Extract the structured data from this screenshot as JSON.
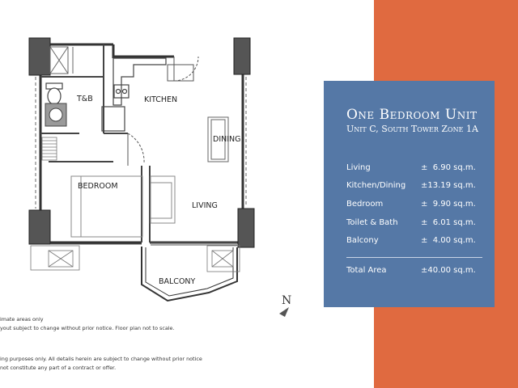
{
  "card": {
    "title": "One Bedroom Unit",
    "subtitle": "Unit C, South Tower Zone 1A",
    "areas": [
      {
        "name": "Living",
        "value": "±  6.90 sq.m."
      },
      {
        "name": "Kitchen/Dining",
        "value": "±13.19 sq.m."
      },
      {
        "name": "Bedroom",
        "value": "±  9.90 sq.m."
      },
      {
        "name": "Toilet & Bath",
        "value": "±  6.01 sq.m."
      },
      {
        "name": "Balcony",
        "value": "±  4.00 sq.m."
      }
    ],
    "total": {
      "name": "Total Area",
      "value": "±40.00 sq.m."
    }
  },
  "plan": {
    "rooms": {
      "tb": "T&B",
      "kitchen": "KITCHEN",
      "dining": "DINING",
      "bedroom": "BEDROOM",
      "living": "LIVING",
      "balcony": "BALCONY"
    },
    "north": "N"
  },
  "notes": {
    "line1": "imate areas only",
    "line2": "yout subject to change without prior notice. Floor plan not to scale.",
    "line3": "ing purposes only. All details herein are subject to change without prior notice",
    "line4": "not constitute any part of a contract or offer."
  },
  "colors": {
    "accent_orange": "#e06a40",
    "card_blue": "#5578a6",
    "column_gray": "#555555"
  }
}
